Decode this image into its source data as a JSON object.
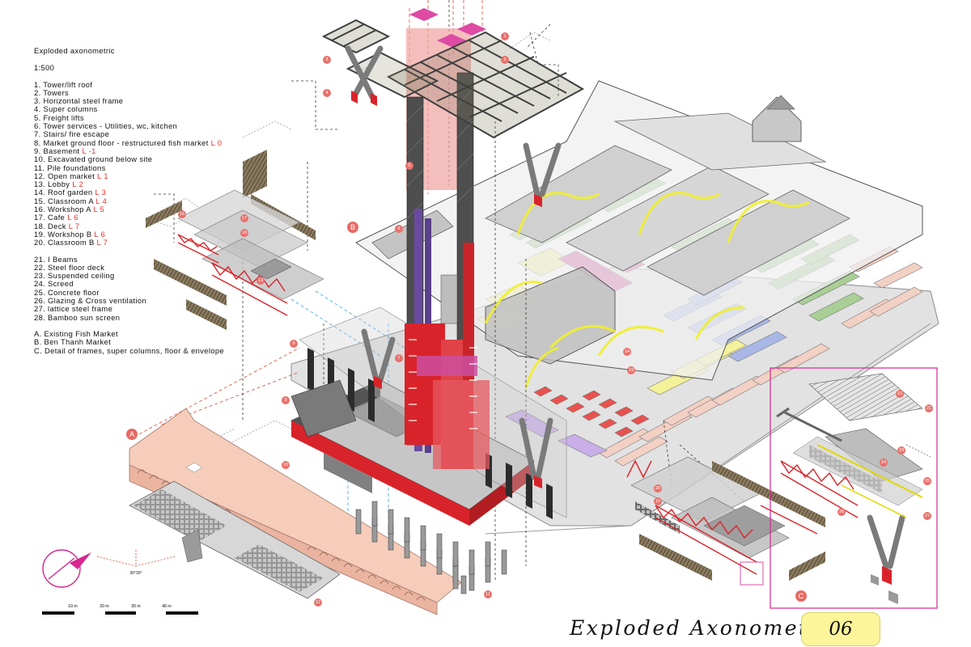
{
  "legend": {
    "title": "Exploded axonometric",
    "scale": "1:500",
    "items": [
      {
        "text": "1. Tower/lift roof",
        "level": ""
      },
      {
        "text": "2. Towers",
        "level": ""
      },
      {
        "text": "3. Horizontal steel frame",
        "level": ""
      },
      {
        "text": "4. Super columns",
        "level": ""
      },
      {
        "text": "5. Freight lifts",
        "level": ""
      },
      {
        "text": "6. Tower services - Utilities, wc, kitchen",
        "level": ""
      },
      {
        "text": "7. Stairs/ fire escape",
        "level": ""
      },
      {
        "text": "8. Market ground floor - restructured fish market ",
        "level": "L 0"
      },
      {
        "text": "9. Basement ",
        "level": "L -1"
      },
      {
        "text": "10. Excavated ground below site",
        "level": ""
      },
      {
        "text": "11. Pile foundations",
        "level": ""
      },
      {
        "text": "12. Open market ",
        "level": "L 1"
      },
      {
        "text": "13. Lobby ",
        "level": "L 2"
      },
      {
        "text": "14. Roof garden ",
        "level": "L 3"
      },
      {
        "text": "15. Classroom A  ",
        "level": "L 4"
      },
      {
        "text": "16. Workshop A ",
        "level": "L 5"
      },
      {
        "text": "17. Cafe ",
        "level": "L 6"
      },
      {
        "text": "18. Deck ",
        "level": "L 7"
      },
      {
        "text": "19. Workshop B ",
        "level": "L 6"
      },
      {
        "text": "20. Classroom B ",
        "level": "L 7"
      }
    ],
    "items2": [
      "21. I Beams",
      "22. Steel floor deck",
      "23. Suspended ceiling",
      "24. Screed",
      "25. Concrete floor",
      "26. Glazing & Cross ventilation",
      "27. lattice steel frame",
      "28. Bamboo sun screen"
    ],
    "items3": [
      "A. Existing Fish Market",
      "B. Ben Thanh Market",
      "C. Detail of frames, super columns, floor & envelope"
    ]
  },
  "scale_bar": {
    "labels": [
      "10 m",
      "20 m",
      "30 m",
      "40 m"
    ]
  },
  "angle_label": "30°30°",
  "callouts": [
    "1",
    "2",
    "3",
    "4",
    "5",
    "6",
    "7",
    "8",
    "9",
    "10",
    "11",
    "12",
    "13",
    "14",
    "15",
    "16",
    "17",
    "18",
    "19",
    "20",
    "21",
    "22",
    "23",
    "24",
    "25",
    "26",
    "27"
  ],
  "big_callouts": [
    "A",
    "B",
    "C"
  ],
  "footer": {
    "title": "Exploded Axonometric",
    "page": "06"
  },
  "colors": {
    "accent_red": "#d9232a",
    "callout": "#e8716c",
    "detail_frame": "#d6268f",
    "market_green": "#a9cf96",
    "market_pink": "#f3d0c4",
    "market_blue": "#a9b7e6",
    "market_yellow": "#f4f29a",
    "market_magenta": "#cc4f9b",
    "highlight_yellow": "#f1ef2b",
    "fish_market_salmon": "#f6cdbb",
    "badge_yellow": "#fdf59a"
  }
}
